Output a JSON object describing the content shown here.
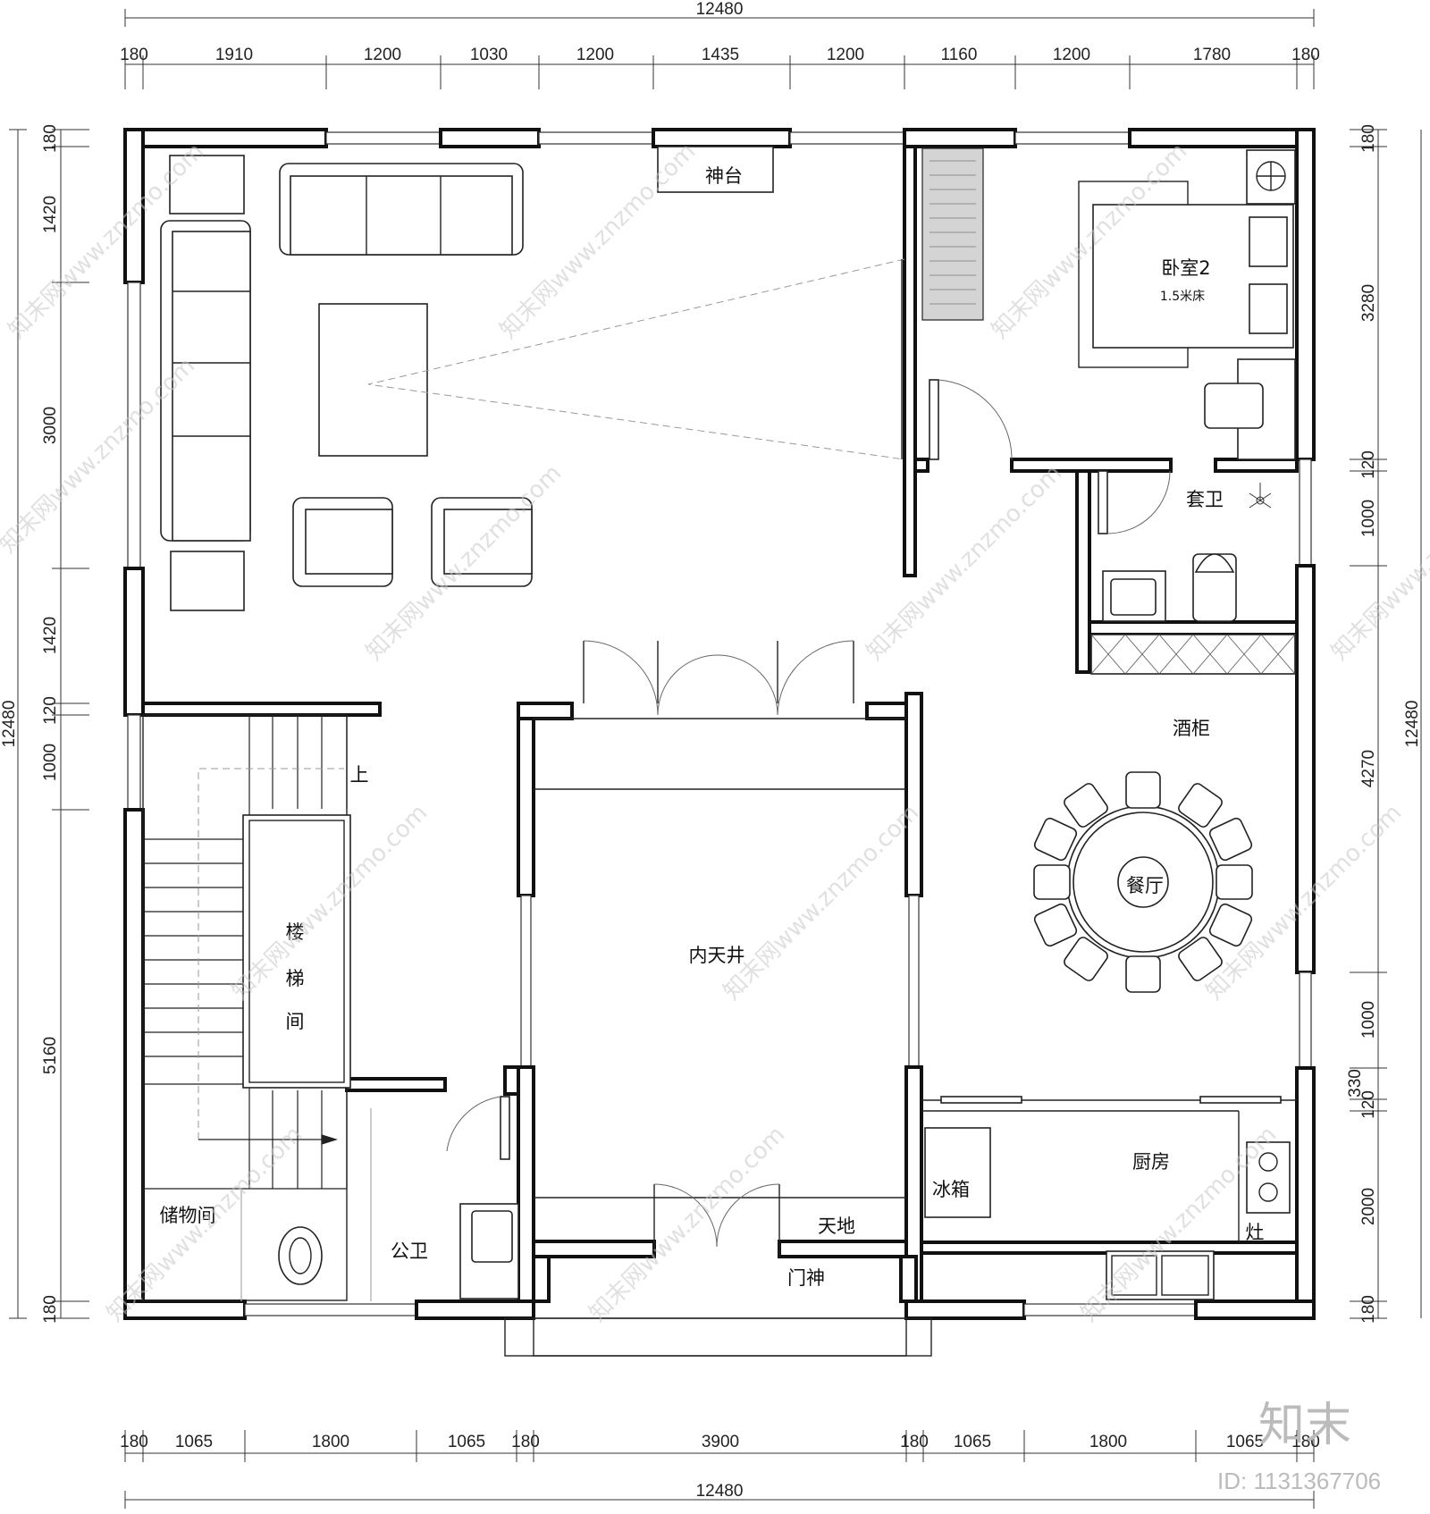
{
  "dimensions": {
    "overall": "12480",
    "top_segments": [
      "180",
      "1910",
      "1200",
      "1030",
      "1200",
      "1435",
      "1200",
      "1160",
      "1200",
      "1780",
      "180"
    ],
    "bottom_segments": [
      "180",
      "1065",
      "1800",
      "1065",
      "180",
      "3900",
      "180",
      "1065",
      "1800",
      "1065",
      "180"
    ],
    "left_segments": [
      "180",
      "1420",
      "3000",
      "1420",
      "120",
      "1000",
      "5160",
      "180"
    ],
    "left_total": "12480",
    "right_segments": [
      "180",
      "3280",
      "120",
      "1000",
      "4270",
      "1000",
      "330",
      "120",
      "2000",
      "180"
    ],
    "right_total": "12480"
  },
  "rooms": {
    "shrine": "神台",
    "bedroom2": "卧室2",
    "bed_size": "1.5米床",
    "ensuite": "套卫",
    "wine_cabinet": "酒柜",
    "dining": "餐厅",
    "up_mark": "上",
    "stair_1": "楼",
    "stair_2": "梯",
    "stair_3": "间",
    "courtyard": "内天井",
    "tiandi": "天地",
    "menshen": "门神",
    "storage": "储物间",
    "public_wc": "公卫",
    "fridge": "冰箱",
    "kitchen": "厨房",
    "stove": "灶"
  },
  "watermark": {
    "text": "知末网www.znzmo.com",
    "brand": "知末",
    "id": "ID: 1131367706"
  }
}
